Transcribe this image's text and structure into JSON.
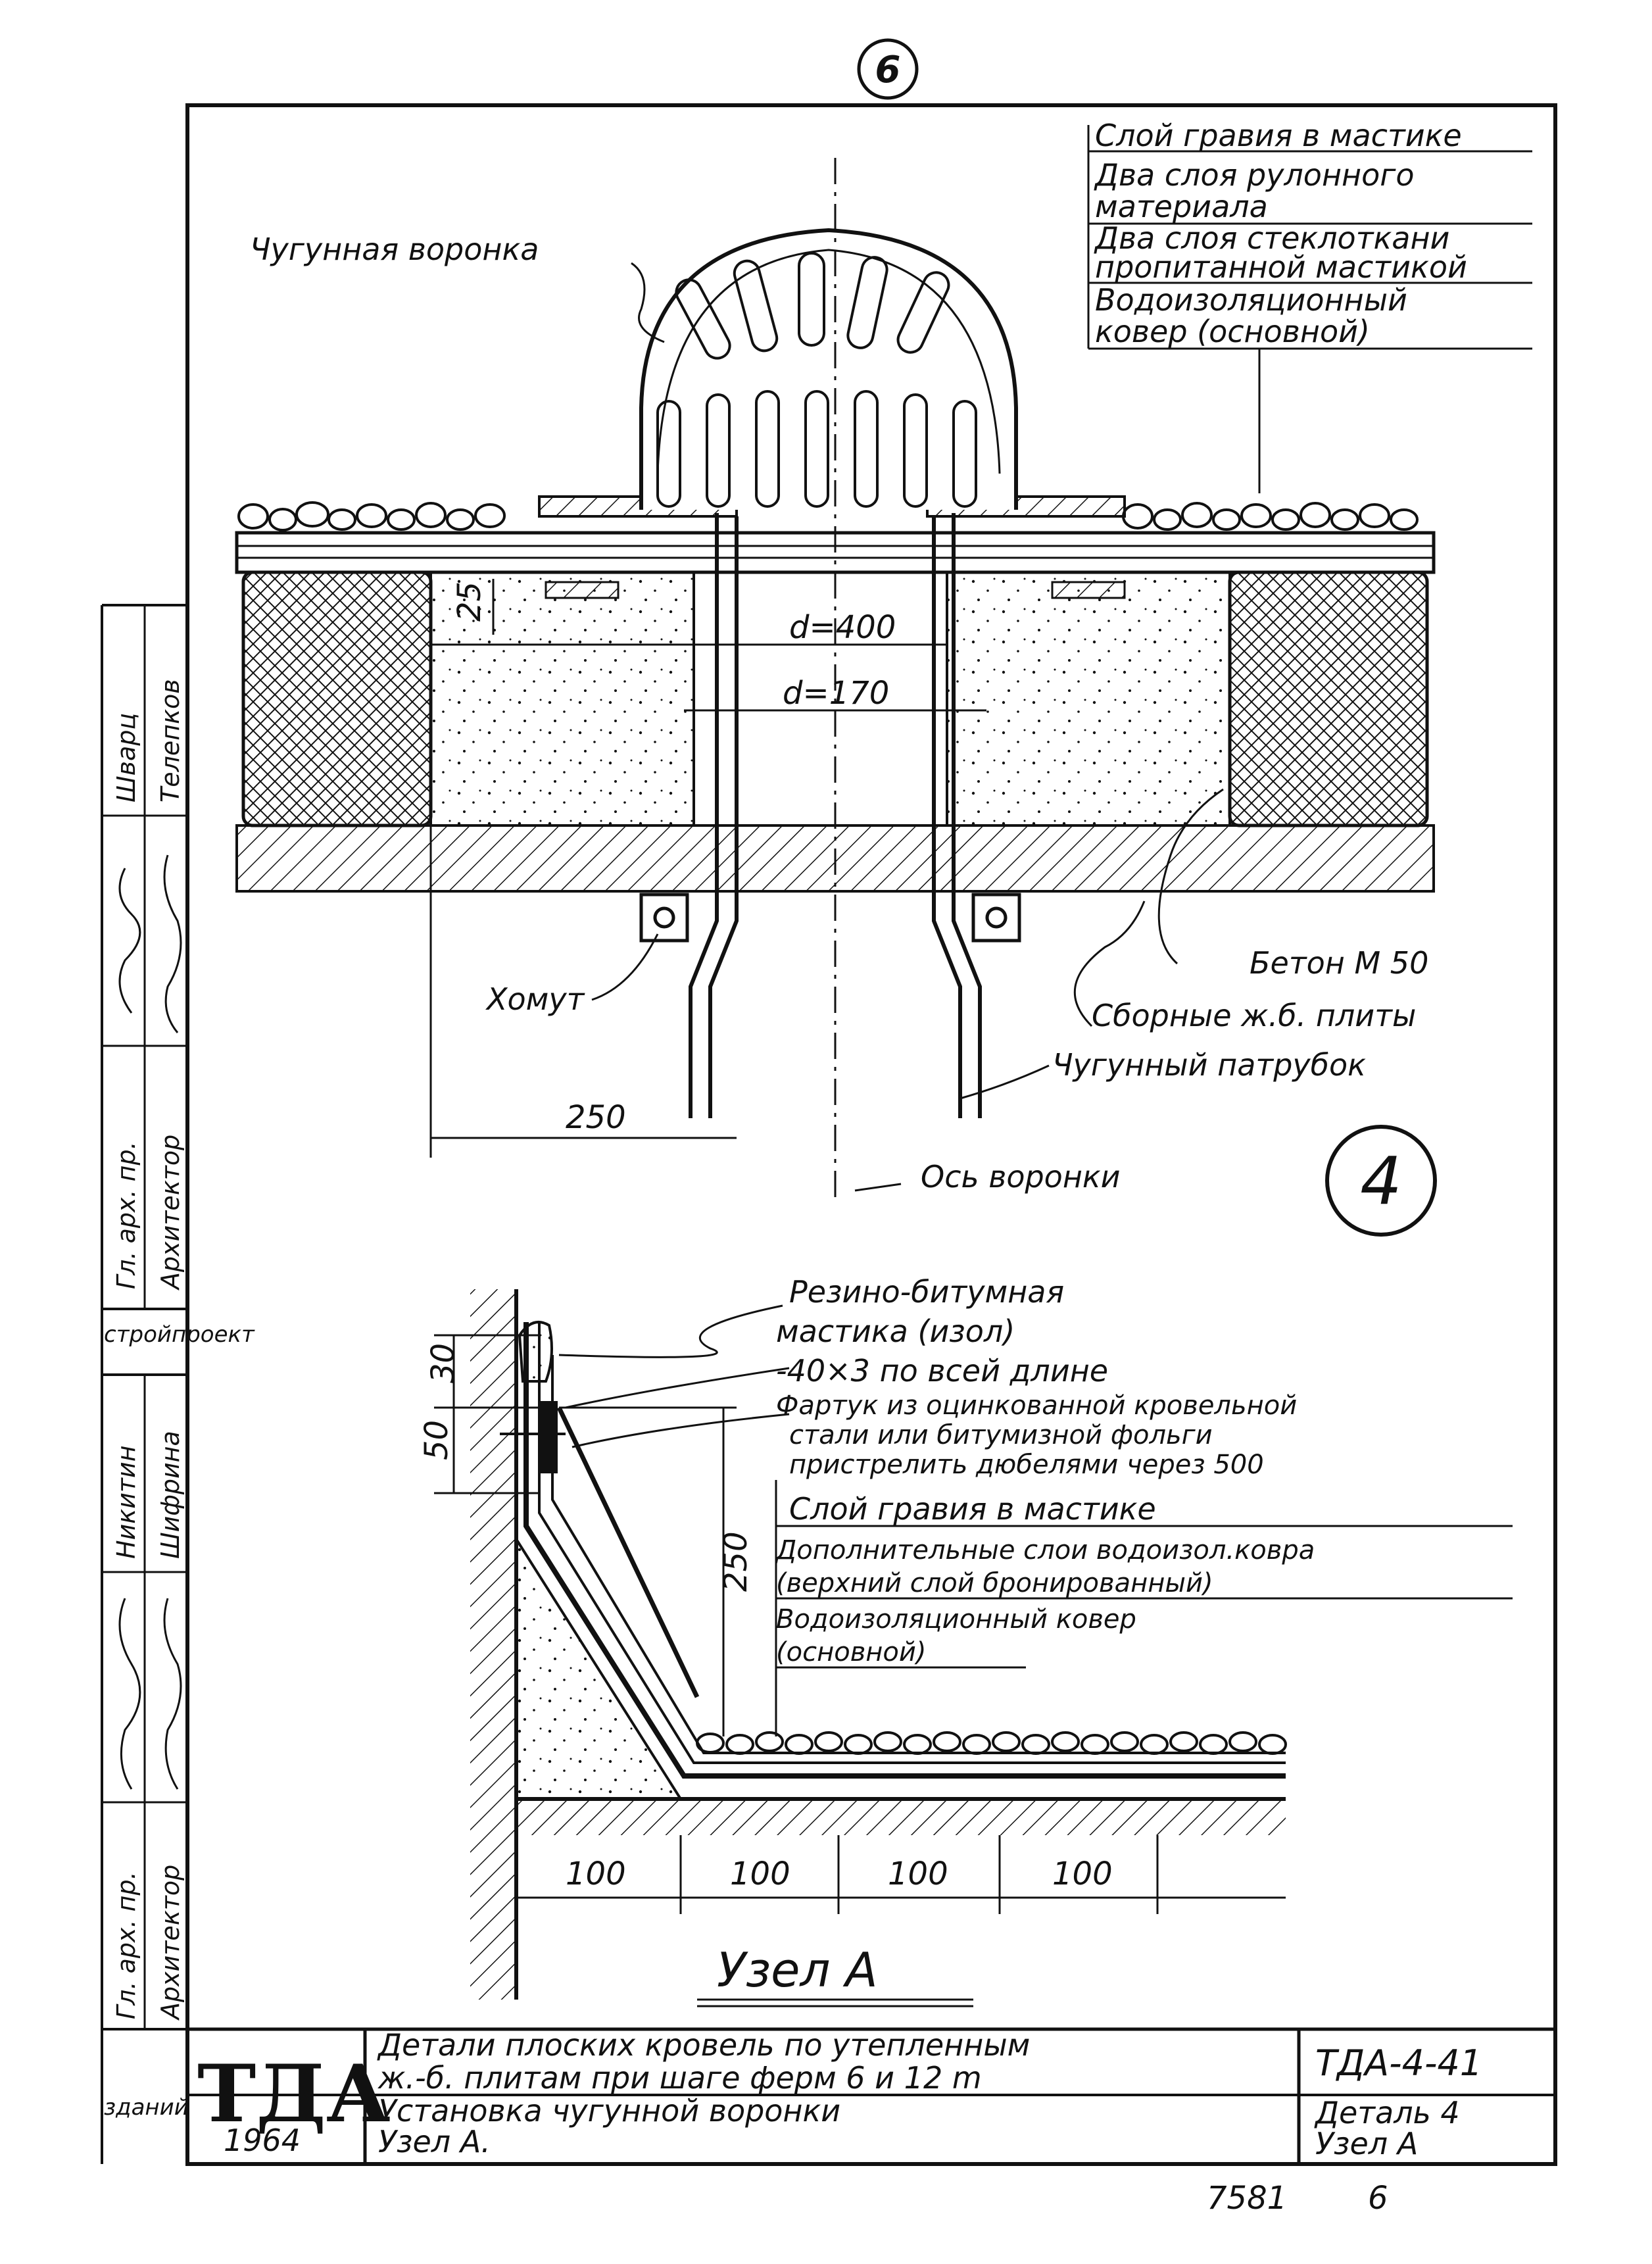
{
  "sheet_number": "6",
  "detail_number": "4",
  "funnel_legend": [
    "Слой гравия в мастике",
    "Два слоя рулонного",
    "материала",
    "Два слоя стеклоткани",
    "пропитанной мастикой",
    "Водоизоляционный",
    "ковер (основной)"
  ],
  "labels": {
    "funnel": "Чугунная воронка",
    "clamp": "Хомут",
    "concrete": "Бетон М 50",
    "slabs": "Сборные ж.б. плиты",
    "pipe": "Чугунный патрубок",
    "axis": "Ось воронки"
  },
  "dimensions": {
    "d_outer": "d=400",
    "d_inner": "d=170",
    "gap": "25",
    "width": "250",
    "h30": "30",
    "h50": "50",
    "h250": "250",
    "s1": "100",
    "s2": "100",
    "s3": "100",
    "s4": "100"
  },
  "node_notes": [
    "Резино-битумная",
    "мастика (изол)",
    "-40×3 по всей длине",
    "Фартук из оцинкованной кровельной",
    "стали или битумизной фольги",
    "пристрелить дюбелями через 500"
  ],
  "node_legend": [
    "Слой гравия в мастике",
    "Дополнительные слои водоизол.ковра",
    "(верхний слой бронированный)",
    "Водоизоляционный ковер",
    "(основной)"
  ],
  "node_title": "Узел А",
  "title_block": {
    "logo": "ТДА",
    "year": "1964",
    "title_line1": "Детали плоских кровель по утепленным",
    "title_line2": "ж.-б. плитам при шаге ферм 6 и 12 m",
    "subtitle_line1": "Установка чугунной воронки",
    "subtitle_line2": "Узел А.",
    "code": "ТДА-4-41",
    "sheet_ref_line1": "Деталь 4",
    "sheet_ref_line2": "Узел А"
  },
  "side_stamp": {
    "name1": "Шварц",
    "name2": "Телепков",
    "role1": "Гл. арх. пр.",
    "role2": "Архитектор",
    "org": "стройпроект",
    "name3": "Никитин",
    "name4": "Шифрина",
    "role3": "Гл. арх. пр.",
    "role4": "Архитектор",
    "org2": "зданий"
  },
  "footer": {
    "archive": "7581",
    "page": "6"
  }
}
